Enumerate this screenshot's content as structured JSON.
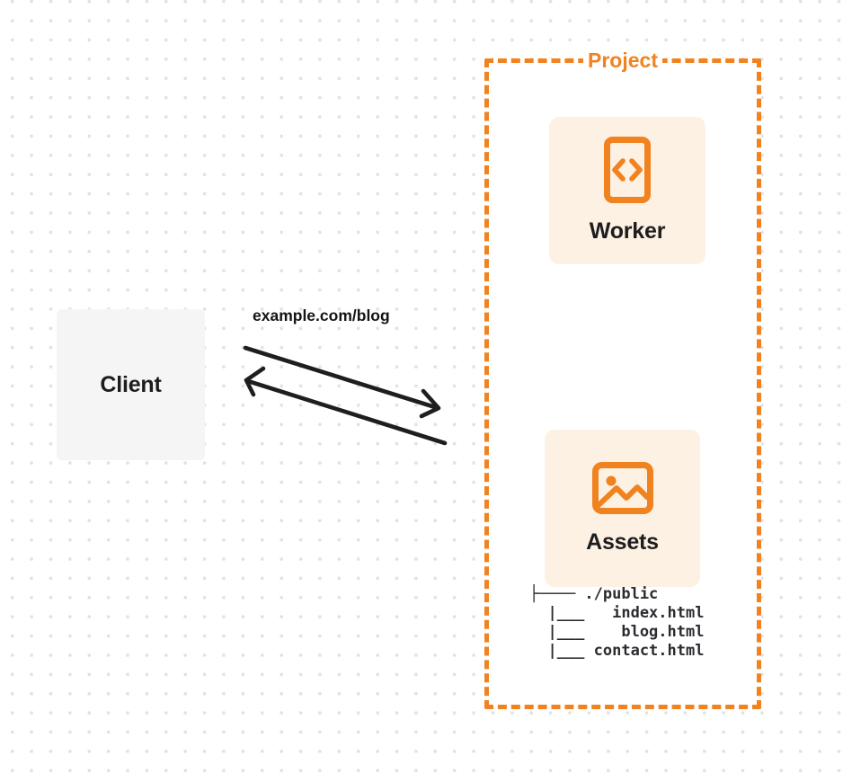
{
  "client": {
    "label": "Client"
  },
  "request": {
    "label": "example.com/blog"
  },
  "project": {
    "label": "Project",
    "nodes": [
      {
        "id": "worker",
        "label": "Worker",
        "icon": "code-chevrons-icon"
      },
      {
        "id": "assets",
        "label": "Assets",
        "icon": "image-landscape-icon"
      }
    ],
    "file_tree": {
      "lines": [
        "├──── ./public",
        "  |___   index.html",
        "  |___    blog.html",
        "  |___ contact.html"
      ]
    }
  },
  "colors": {
    "accent_orange": "#F0821F",
    "card_background": "#FDF1E3",
    "client_background": "#F5F5F6",
    "arrow": "#1E1E1E",
    "text_dark": "#1D1D1F",
    "tree_text": "#2A2C30",
    "dot_grid": "#E2E2E6",
    "background": "#FFFFFF"
  }
}
